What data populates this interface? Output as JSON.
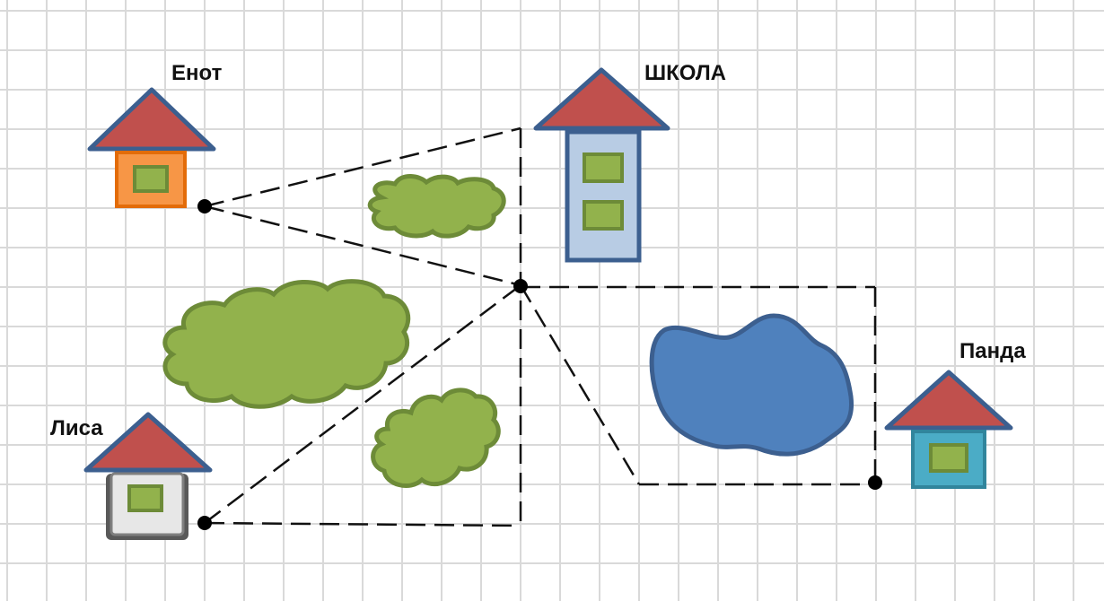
{
  "labels": {
    "raccoon": "Енот",
    "school": "ШКОЛА",
    "fox": "Лиса",
    "panda": "Панда"
  },
  "colors": {
    "grid": "#d9d9d9",
    "roof": "#c0504d",
    "outline": "#3c5f8f",
    "window": "#92b24c",
    "bush": "#92b24c",
    "bush_outline": "#6d8b38",
    "lake": "#4f81bd",
    "school_body": "#b8cce4",
    "raccoon_body": "#f79646",
    "panda_body": "#4bacc6",
    "fox_body": "#d9d9d9"
  }
}
